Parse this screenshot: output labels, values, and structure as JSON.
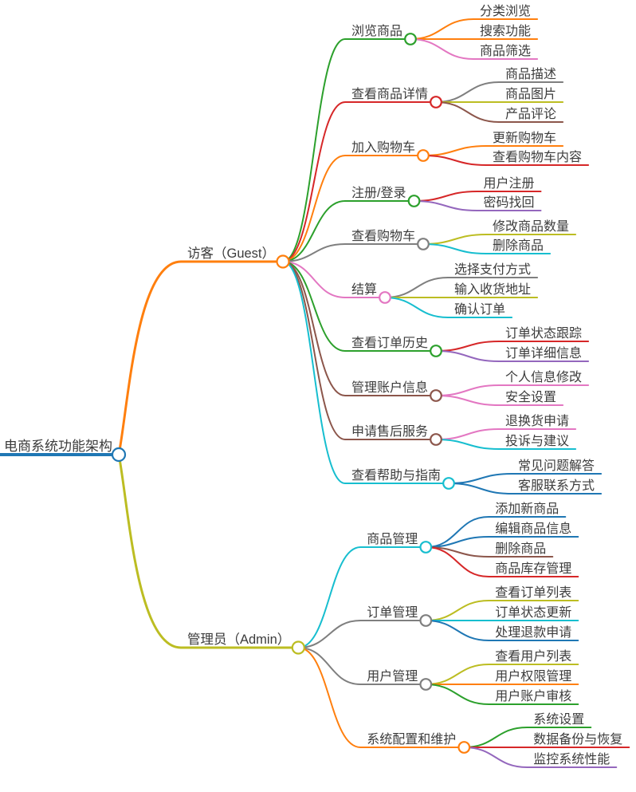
{
  "background": "#ffffff",
  "text_color": "#3c3c3c",
  "palette": {
    "blue": "#1f77b4",
    "orange": "#ff7f0e",
    "green": "#2ca02c",
    "red": "#d62728",
    "purple": "#9467bd",
    "brown": "#8c564b",
    "pink": "#e377c2",
    "gray": "#7f7f7f",
    "olive": "#bcbd22",
    "cyan": "#17becf"
  },
  "mindmap": {
    "root": {
      "label": "电商系统功能架构",
      "color": "#1f77b4"
    },
    "branches": [
      {
        "label": "访客（Guest）",
        "color": "#ff7f0e",
        "children": [
          {
            "label": "浏览商品",
            "color": "#2ca02c",
            "children": [
              {
                "label": "分类浏览",
                "color": "#ff7f0e"
              },
              {
                "label": "搜索功能",
                "color": "#ff7f0e"
              },
              {
                "label": "商品筛选",
                "color": "#e377c2"
              }
            ]
          },
          {
            "label": "查看商品详情",
            "color": "#d62728",
            "children": [
              {
                "label": "商品描述",
                "color": "#7f7f7f"
              },
              {
                "label": "商品图片",
                "color": "#bcbd22"
              },
              {
                "label": "产品评论",
                "color": "#8c564b"
              }
            ]
          },
          {
            "label": "加入购物车",
            "color": "#ff7f0e",
            "children": [
              {
                "label": "更新购物车",
                "color": "#ff7f0e"
              },
              {
                "label": "查看购物车内容",
                "color": "#d62728"
              }
            ]
          },
          {
            "label": "注册/登录",
            "color": "#2ca02c",
            "children": [
              {
                "label": "用户注册",
                "color": "#d62728"
              },
              {
                "label": "密码找回",
                "color": "#9467bd"
              }
            ]
          },
          {
            "label": "查看购物车",
            "color": "#7f7f7f",
            "children": [
              {
                "label": "修改商品数量",
                "color": "#bcbd22"
              },
              {
                "label": "删除商品",
                "color": "#17becf"
              }
            ]
          },
          {
            "label": "结算",
            "color": "#e377c2",
            "children": [
              {
                "label": "选择支付方式",
                "color": "#7f7f7f"
              },
              {
                "label": "输入收货地址",
                "color": "#bcbd22"
              },
              {
                "label": "确认订单",
                "color": "#17becf"
              }
            ]
          },
          {
            "label": "查看订单历史",
            "color": "#2ca02c",
            "children": [
              {
                "label": "订单状态跟踪",
                "color": "#d62728"
              },
              {
                "label": "订单详细信息",
                "color": "#9467bd"
              }
            ]
          },
          {
            "label": "管理账户信息",
            "color": "#8c564b",
            "children": [
              {
                "label": "个人信息修改",
                "color": "#e377c2"
              },
              {
                "label": "安全设置",
                "color": "#e377c2"
              }
            ]
          },
          {
            "label": "申请售后服务",
            "color": "#8c564b",
            "children": [
              {
                "label": "退换货申请",
                "color": "#e377c2"
              },
              {
                "label": "投诉与建议",
                "color": "#17becf"
              }
            ]
          },
          {
            "label": "查看帮助与指南",
            "color": "#17becf",
            "children": [
              {
                "label": "常见问题解答",
                "color": "#1f77b4"
              },
              {
                "label": "客服联系方式",
                "color": "#1f77b4"
              }
            ]
          }
        ]
      },
      {
        "label": "管理员（Admin）",
        "color": "#bcbd22",
        "children": [
          {
            "label": "商品管理",
            "color": "#17becf",
            "children": [
              {
                "label": "添加新商品",
                "color": "#1f77b4"
              },
              {
                "label": "编辑商品信息",
                "color": "#1f77b4"
              },
              {
                "label": "删除商品",
                "color": "#8c564b"
              },
              {
                "label": "商品库存管理",
                "color": "#d62728"
              }
            ]
          },
          {
            "label": "订单管理",
            "color": "#7f7f7f",
            "children": [
              {
                "label": "查看订单列表",
                "color": "#bcbd22"
              },
              {
                "label": "订单状态更新",
                "color": "#17becf"
              },
              {
                "label": "处理退款申请",
                "color": "#1f77b4"
              }
            ]
          },
          {
            "label": "用户管理",
            "color": "#7f7f7f",
            "children": [
              {
                "label": "查看用户列表",
                "color": "#bcbd22"
              },
              {
                "label": "用户权限管理",
                "color": "#ff7f0e"
              },
              {
                "label": "用户账户审核",
                "color": "#2ca02c"
              }
            ]
          },
          {
            "label": "系统配置和维护",
            "color": "#ff7f0e",
            "children": [
              {
                "label": "系统设置",
                "color": "#2ca02c"
              },
              {
                "label": "数据备份与恢复",
                "color": "#d62728"
              },
              {
                "label": "监控系统性能",
                "color": "#9467bd"
              }
            ]
          }
        ]
      }
    ]
  }
}
